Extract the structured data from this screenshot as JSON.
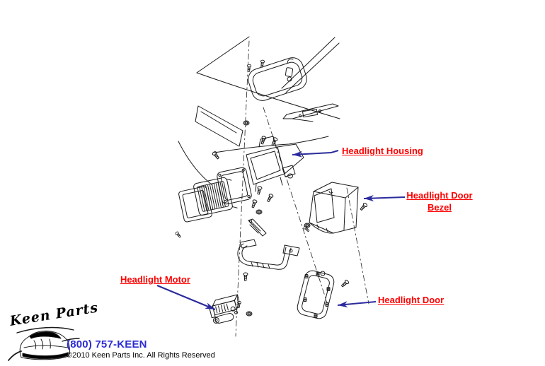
{
  "page": {
    "background": "#FFFFFF"
  },
  "labels": {
    "housing": "Headlight Housing",
    "bezel_line1": "Headlight Door",
    "bezel_line2": "Bezel",
    "motor": "Headlight Motor",
    "door": "Headlight Door"
  },
  "footer": {
    "logo_script": "Keen Parts",
    "phone": "(800) 757-KEEN",
    "copyright": "©2010 Keen Parts Inc. All Rights Reserved"
  },
  "colors": {
    "label_red": "#FF0000",
    "arrow_navy": "#2B2B9D",
    "phone_blue": "#2B2BD5",
    "line_art": "#1A1A1A",
    "background": "#FFFFFF"
  },
  "diagram_parts": [
    "hood-panel",
    "headlight-opening",
    "headlamp-retainer",
    "headlamp",
    "retaining-ring",
    "headlight-housing",
    "headlight-door-bezel",
    "mounting-bracket",
    "headlight-motor",
    "headlight-door",
    "screws",
    "nuts"
  ]
}
